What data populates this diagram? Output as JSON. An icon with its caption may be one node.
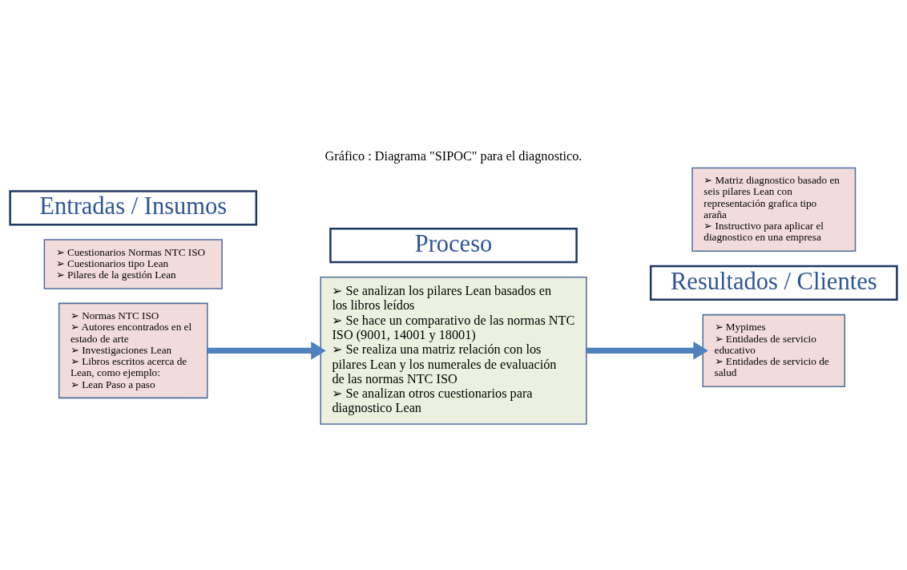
{
  "diagram": {
    "title": "Gráfico : Diagrama \"SIPOC\" para el diagnostico.",
    "nodes": [
      {
        "text": [
          "Entradas / Insumos"
        ]
      },
      {
        "text": [
          "➢ Normas NTC ISO",
          "➢ Autores encontrados en el estado de arte",
          "➢ Investigaciones Lean",
          "➢ Libros escritos acerca de Lean, como ejemplo:",
          "➢ Lean Paso a paso"
        ]
      },
      {
        "text": [
          "➢ Cuestionarios Normas NTC ISO",
          "➢ Cuestionarios tipo Lean",
          "➢ Pilares de la gestión Lean"
        ]
      },
      {
        "text": [
          "Proceso"
        ]
      },
      {
        "text": [
          "➢ Se analizan los pilares Lean basados en los libros leídos",
          "➢ Se hace un comparativo de las normas NTC ISO (9001, 14001 y 18001)",
          "➢ Se realiza una matriz relación con los pilares Lean y los numerales de evaluación de las normas NTC ISO",
          "➢ Se analizan otros cuestionarios para diagnostico Lean"
        ]
      },
      {
        "text": [
          "Resultados / Clientes"
        ]
      },
      {
        "text": [
          "➢ Matriz diagnostico basado en seis pilares Lean con representación grafica tipo araña",
          "➢ Instructivo para aplicar el diagnostico en una empresa"
        ]
      },
      {
        "text": [
          "➢ Mypimes",
          "➢ Entidades de servicio educativo",
          "➢ Entidades de servicio de salud"
        ]
      }
    ],
    "edges": [
      {
        "from": 1,
        "to": 4,
        "arrow": "to"
      },
      {
        "from": 4,
        "to": 7,
        "arrow": "to"
      }
    ]
  }
}
